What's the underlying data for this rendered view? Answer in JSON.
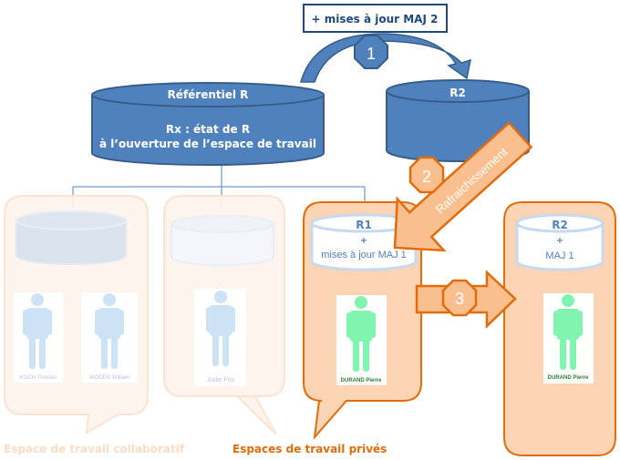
{
  "colors": {
    "blue": "#4f81bd",
    "blue_dark": "#385d8a",
    "orange": "#e36c0a",
    "orange_fill": "#fbd4b4",
    "orange_arrow": "#f9bf8f",
    "faded": "#fdf1e8",
    "person_blue": "#c6e0f5",
    "person_green": "#80f5b0"
  },
  "top_box": {
    "label": "+ mises à jour MAJ 2"
  },
  "steps": {
    "one": "1",
    "two": "2",
    "three": "3"
  },
  "referentiel": {
    "title": "Référentiel R",
    "line1": "Rx : état de R",
    "line2": "à l’ouverture de l’espace de travail"
  },
  "r2_main": {
    "title": "R2"
  },
  "refresh_arrow": {
    "label": "Rafraichissement"
  },
  "r1_private": {
    "title": "R1",
    "line1": "+",
    "line2": "mises à jour MAJ 1"
  },
  "r2_private": {
    "title": "R2",
    "line1": "+",
    "line2": "MAJ 1"
  },
  "users": {
    "koch": "KOCH Thomas",
    "woods": "WOODS William",
    "judie": "Judie Fox",
    "durand": "DURAND Pierre"
  },
  "labels": {
    "collaborative": "Espace de travail collaboratif",
    "private": "Espaces de travail privés"
  }
}
